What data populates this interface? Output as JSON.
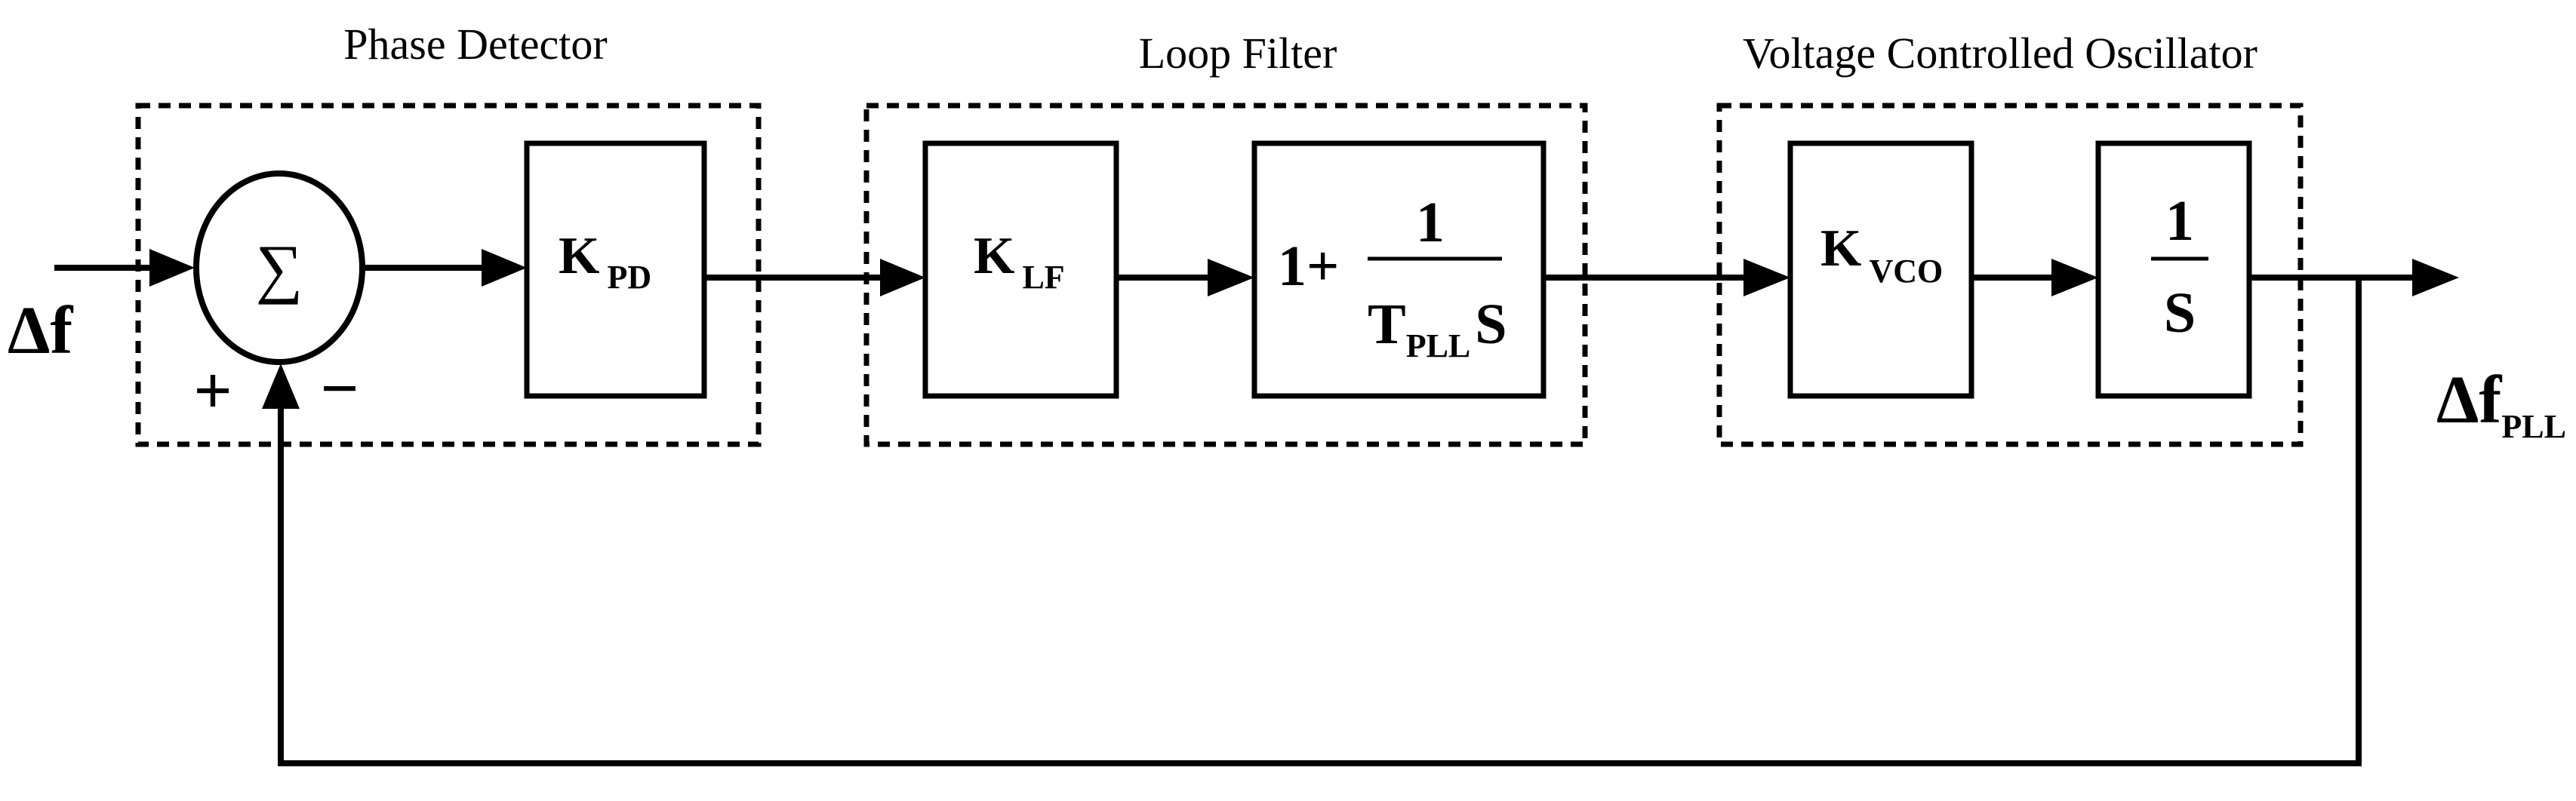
{
  "groups": {
    "phase_detector": "Phase Detector",
    "loop_filter": "Loop Filter",
    "vco": "Voltage Controlled Oscillator"
  },
  "signals": {
    "input_main": "Δf",
    "output_main": "Δf",
    "output_sub": "PLL"
  },
  "summing": {
    "symbol": "∑",
    "plus": "+",
    "minus": "−"
  },
  "blocks": {
    "kpd": {
      "main": "K",
      "sub": "PD"
    },
    "klf": {
      "main": "K",
      "sub": "LF"
    },
    "integrator_pi": {
      "prefix": "1+",
      "numerator": "1",
      "den_main": "T",
      "den_sub": "PLL",
      "den_tail": "S"
    },
    "kvco": {
      "main": "K",
      "sub": "VCO"
    },
    "integrator": {
      "numerator": "1",
      "denominator": "S"
    }
  }
}
